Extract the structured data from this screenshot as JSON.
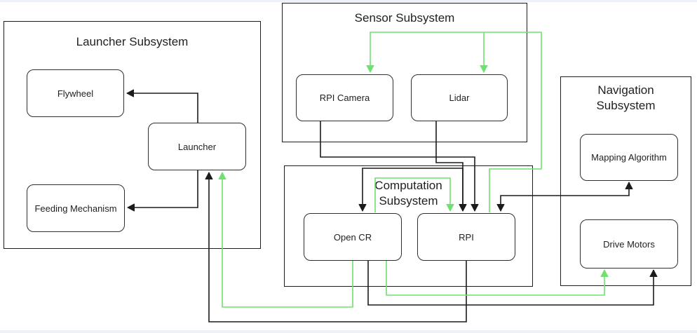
{
  "canvas": {
    "background": "#ffffff",
    "frame_color": "#edf1f7"
  },
  "colors": {
    "edge_black": "#1c1c1c",
    "edge_green": "#70e070",
    "node_border": "#2e2e2e",
    "container_border": "#1c1c1c",
    "text": "#1f1f1f"
  },
  "subsystems": [
    {
      "id": "launcher-subsystem",
      "title": "Launcher Subsystem",
      "nodes": [
        {
          "label": "Flywheel"
        },
        {
          "label": "Launcher"
        },
        {
          "label": "Feeding Mechanism"
        }
      ]
    },
    {
      "id": "sensor-subsystem",
      "title": "Sensor Subsystem",
      "nodes": [
        {
          "label": "RPI Camera"
        },
        {
          "label": "Lidar"
        }
      ]
    },
    {
      "id": "computation-subsystem",
      "title": "Computation Subsystem",
      "nodes": [
        {
          "label": "Open CR"
        },
        {
          "label": "RPI"
        }
      ]
    },
    {
      "id": "navigation-subsystem",
      "title": "Navigation Subsystem",
      "nodes": [
        {
          "label": "Mapping Algorithm"
        },
        {
          "label": "Drive Motors"
        }
      ]
    }
  ],
  "edges": [
    {
      "from": "Launcher",
      "to": "Flywheel",
      "color": "black",
      "arrows": "end"
    },
    {
      "from": "Launcher",
      "to": "Feeding Mechanism",
      "color": "black",
      "arrows": "end"
    },
    {
      "from": "RPI",
      "to": "Launcher",
      "color": "black",
      "arrows": "end"
    },
    {
      "from": "Open CR",
      "to": "RPI",
      "color": "black",
      "arrows": "both"
    },
    {
      "from": "RPI Camera",
      "to": "RPI",
      "color": "black",
      "arrows": "end"
    },
    {
      "from": "Lidar",
      "to": "RPI",
      "color": "black",
      "arrows": "end"
    },
    {
      "from": "RPI",
      "to": "Mapping Algorithm",
      "color": "black",
      "arrows": "both"
    },
    {
      "from": "Open CR",
      "to": "Drive Motors",
      "color": "black",
      "arrows": "end"
    },
    {
      "from": "RPI",
      "to": "RPI Camera",
      "color": "green",
      "arrows": "end"
    },
    {
      "from": "RPI",
      "to": "Lidar",
      "color": "green",
      "arrows": "end"
    },
    {
      "from": "Open CR",
      "to": "RPI",
      "color": "green",
      "arrows": "end"
    },
    {
      "from": "Open CR",
      "to": "Launcher",
      "color": "green",
      "arrows": "end"
    },
    {
      "from": "Open CR",
      "to": "Drive Motors",
      "color": "green",
      "arrows": "end"
    }
  ]
}
